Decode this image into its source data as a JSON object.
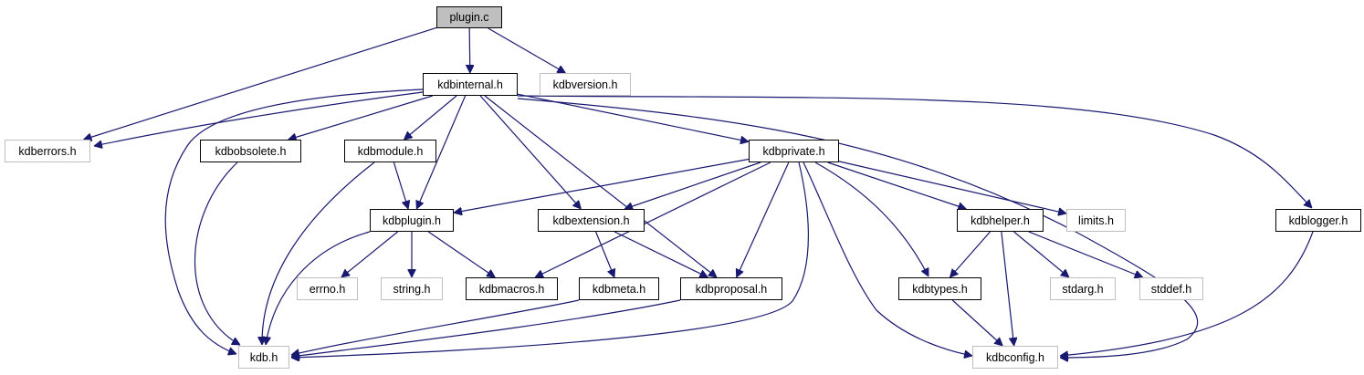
{
  "colors": {
    "edge": "#191970",
    "root_fill": "#bfbfbf",
    "undocumented_border": "#bfbfbf",
    "documented_border": "#000000"
  },
  "nodes": [
    {
      "id": "plugin_c",
      "label": "plugin.c",
      "kind": "root"
    },
    {
      "id": "kdbinternal",
      "label": "kdbinternal.h",
      "kind": "doc"
    },
    {
      "id": "kdbversion",
      "label": "kdbversion.h",
      "kind": "undoc"
    },
    {
      "id": "kdberrors",
      "label": "kdberrors.h",
      "kind": "undoc"
    },
    {
      "id": "kdbobsolete",
      "label": "kdbobsolete.h",
      "kind": "doc"
    },
    {
      "id": "kdbmodule",
      "label": "kdbmodule.h",
      "kind": "doc"
    },
    {
      "id": "kdbprivate",
      "label": "kdbprivate.h",
      "kind": "doc"
    },
    {
      "id": "kdbplugin",
      "label": "kdbplugin.h",
      "kind": "doc"
    },
    {
      "id": "kdbextension",
      "label": "kdbextension.h",
      "kind": "doc"
    },
    {
      "id": "kdbhelper",
      "label": "kdbhelper.h",
      "kind": "doc"
    },
    {
      "id": "limits",
      "label": "limits.h",
      "kind": "undoc"
    },
    {
      "id": "kdblogger",
      "label": "kdblogger.h",
      "kind": "doc"
    },
    {
      "id": "errno",
      "label": "errno.h",
      "kind": "undoc"
    },
    {
      "id": "string",
      "label": "string.h",
      "kind": "undoc"
    },
    {
      "id": "kdbmacros",
      "label": "kdbmacros.h",
      "kind": "doc"
    },
    {
      "id": "kdbmeta",
      "label": "kdbmeta.h",
      "kind": "doc"
    },
    {
      "id": "kdbproposal",
      "label": "kdbproposal.h",
      "kind": "doc"
    },
    {
      "id": "kdbtypes",
      "label": "kdbtypes.h",
      "kind": "doc"
    },
    {
      "id": "stdarg",
      "label": "stdarg.h",
      "kind": "undoc"
    },
    {
      "id": "stddef",
      "label": "stddef.h",
      "kind": "undoc"
    },
    {
      "id": "kdb",
      "label": "kdb.h",
      "kind": "undoc"
    },
    {
      "id": "kdbconfig",
      "label": "kdbconfig.h",
      "kind": "undoc"
    }
  ],
  "edges": [
    [
      "plugin_c",
      "kdbinternal"
    ],
    [
      "plugin_c",
      "kdbversion"
    ],
    [
      "plugin_c",
      "kdberrors"
    ],
    [
      "kdbinternal",
      "kdberrors"
    ],
    [
      "kdbinternal",
      "kdb"
    ],
    [
      "kdbinternal",
      "kdbobsolete"
    ],
    [
      "kdbinternal",
      "kdbmodule"
    ],
    [
      "kdbinternal",
      "kdbplugin"
    ],
    [
      "kdbinternal",
      "kdbextension"
    ],
    [
      "kdbinternal",
      "kdbproposal"
    ],
    [
      "kdbinternal",
      "kdbprivate"
    ],
    [
      "kdbinternal",
      "kdbconfig"
    ],
    [
      "kdbinternal",
      "kdblogger"
    ],
    [
      "kdbobsolete",
      "kdb"
    ],
    [
      "kdbmodule",
      "kdb"
    ],
    [
      "kdbmodule",
      "kdbplugin"
    ],
    [
      "kdbprivate",
      "kdbplugin"
    ],
    [
      "kdbprivate",
      "kdbextension"
    ],
    [
      "kdbprivate",
      "kdbmacros"
    ],
    [
      "kdbprivate",
      "kdbproposal"
    ],
    [
      "kdbprivate",
      "kdb"
    ],
    [
      "kdbprivate",
      "kdbconfig"
    ],
    [
      "kdbprivate",
      "kdbtypes"
    ],
    [
      "kdbprivate",
      "kdbhelper"
    ],
    [
      "kdbprivate",
      "limits"
    ],
    [
      "kdbplugin",
      "kdb"
    ],
    [
      "kdbplugin",
      "errno"
    ],
    [
      "kdbplugin",
      "string"
    ],
    [
      "kdbplugin",
      "kdbmacros"
    ],
    [
      "kdbextension",
      "kdbmeta"
    ],
    [
      "kdbextension",
      "kdbproposal"
    ],
    [
      "kdbmeta",
      "kdb"
    ],
    [
      "kdbproposal",
      "kdb"
    ],
    [
      "kdbhelper",
      "kdbtypes"
    ],
    [
      "kdbhelper",
      "kdbconfig"
    ],
    [
      "kdbhelper",
      "stdarg"
    ],
    [
      "kdbhelper",
      "stddef"
    ],
    [
      "kdbtypes",
      "kdbconfig"
    ],
    [
      "kdblogger",
      "kdbconfig"
    ]
  ]
}
